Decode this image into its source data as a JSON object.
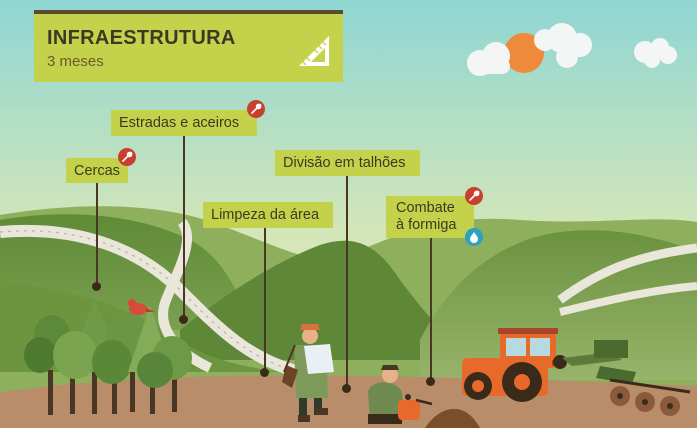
{
  "header": {
    "title": "INFRAESTRUTURA",
    "duration": "3 meses",
    "icon": "ruler-triangle-icon"
  },
  "labels": {
    "estradas": "Estradas e aceiros",
    "cercas": "Cercas",
    "divisao": "Divisão em talhões",
    "limpeza": "Limpeza da área",
    "combate_line1": "Combate",
    "combate_line2": "à formiga"
  },
  "badges": {
    "wrench": "wrench-icon",
    "chemical": "chemical-drop-icon"
  },
  "colors": {
    "label_bg": "#c3d24a",
    "sky": "#8fd4d2",
    "sun": "#ef8a3a",
    "tool_badge": "#c8412f",
    "chem_badge": "#2f9fc2",
    "soil": "#b98d6a",
    "tractor": "#e86a2a"
  }
}
